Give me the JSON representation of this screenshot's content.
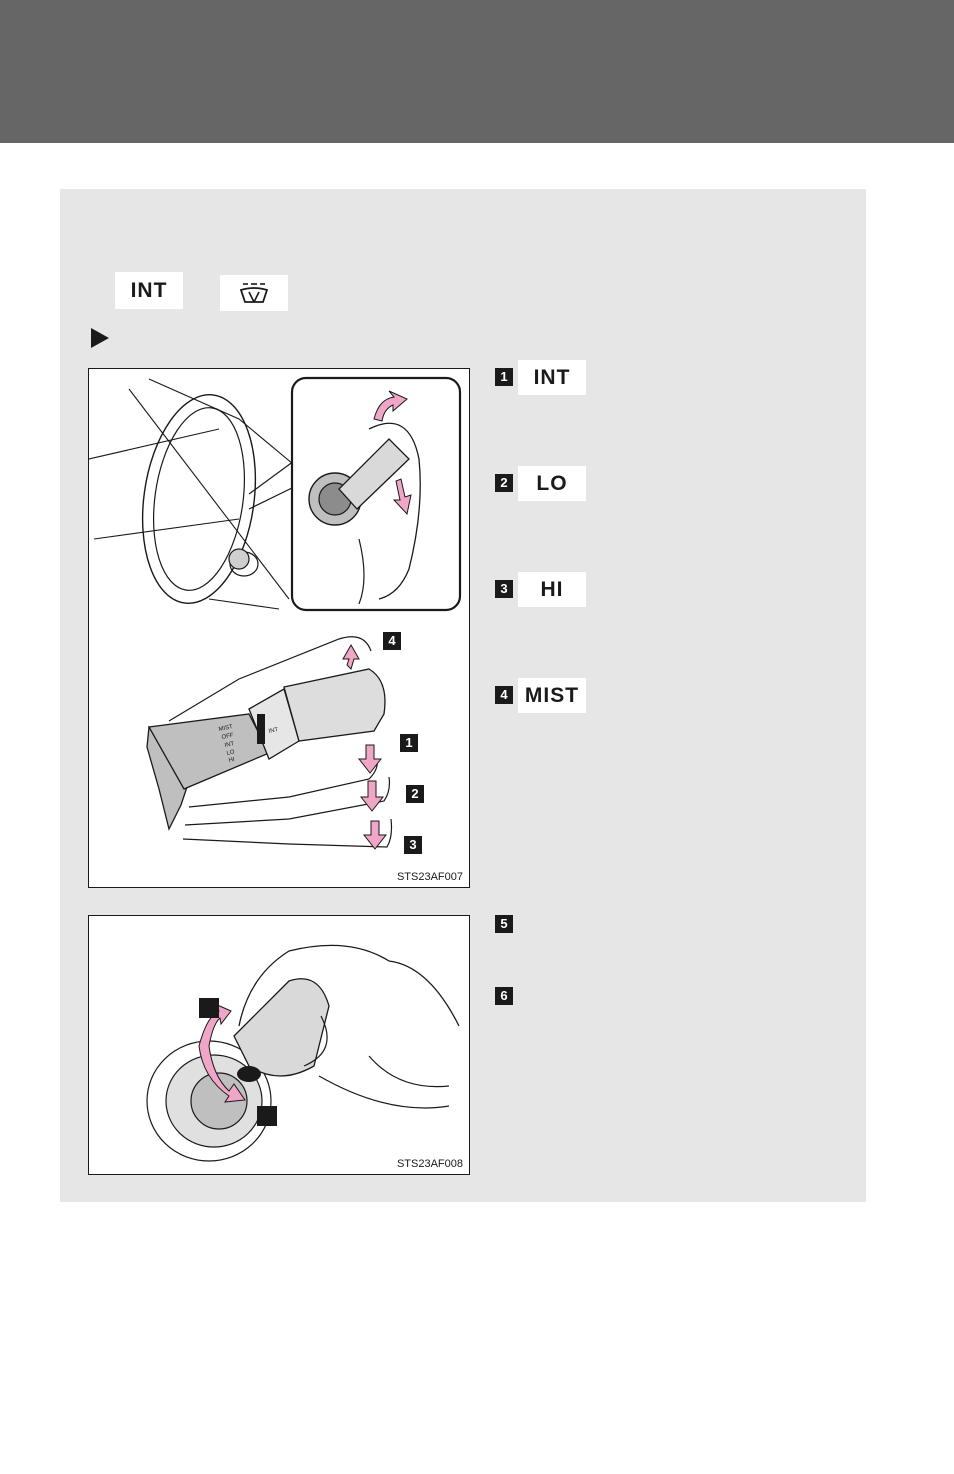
{
  "header_icons": {
    "int_chip": "INT",
    "washer_icon": "windshield-washer-icon"
  },
  "figure1": {
    "code": "STS23AF007",
    "callouts": [
      "4",
      "1",
      "2",
      "3"
    ]
  },
  "figure2": {
    "code": "STS23AF008"
  },
  "legend": [
    {
      "number": "1",
      "label": "INT"
    },
    {
      "number": "2",
      "label": "LO"
    },
    {
      "number": "3",
      "label": "HI"
    },
    {
      "number": "4",
      "label": "MIST"
    },
    {
      "number": "5",
      "label": ""
    },
    {
      "number": "6",
      "label": ""
    }
  ],
  "lever_labels": {
    "mist": "MIST",
    "off": "OFF",
    "int": "INT",
    "lo": "LO",
    "hi": "HI",
    "ring_int": "INT"
  },
  "colors": {
    "header_band": "#666666",
    "panel_bg": "#e6e6e6",
    "arrow_pink": "#f0a6c6"
  }
}
